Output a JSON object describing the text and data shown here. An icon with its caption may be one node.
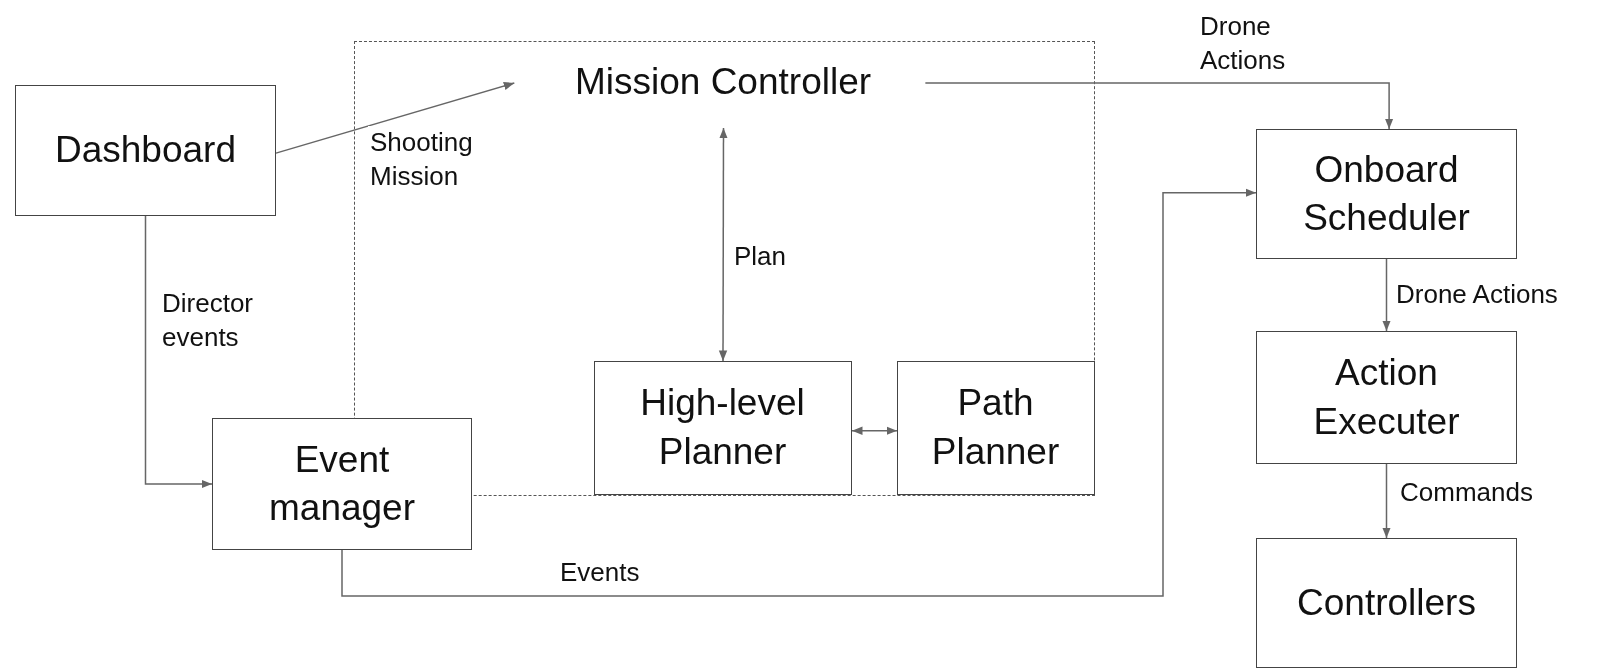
{
  "diagram": {
    "nodes": [
      {
        "text": [
          "Dashboard"
        ]
      },
      {
        "text": [],
        "shape": "box"
      },
      {
        "text": [
          "Mission Controller"
        ],
        "in": 1
      },
      {
        "text": [
          "Onboard Scheduler"
        ]
      },
      {
        "text": [
          "High-level Planner"
        ],
        "in": 1
      },
      {
        "text": [
          "Path Planner"
        ],
        "in": 1
      },
      {
        "text": [
          "Event manager"
        ]
      },
      {
        "text": [
          "Action Executer"
        ]
      },
      {
        "text": [
          "Controllers"
        ]
      }
    ],
    "edges": [
      {
        "from": 0,
        "to": 2,
        "arrow": "to",
        "label": "Shooting Mission"
      },
      {
        "from": 2,
        "to": 3,
        "arrow": "to",
        "label": "Drone Actions"
      },
      {
        "from": 2,
        "to": 4,
        "arrow": "both",
        "label": "Plan"
      },
      {
        "from": 4,
        "to": 5,
        "arrow": "both"
      },
      {
        "from": 0,
        "to": 6,
        "arrow": "to",
        "label": "Director events"
      },
      {
        "from": 6,
        "to": 3,
        "arrow": "to",
        "label": "Events"
      },
      {
        "from": 3,
        "to": 7,
        "arrow": "to",
        "label": "Drone Actions"
      },
      {
        "from": 7,
        "to": 8,
        "arrow": "to",
        "label": "Commands"
      }
    ]
  }
}
